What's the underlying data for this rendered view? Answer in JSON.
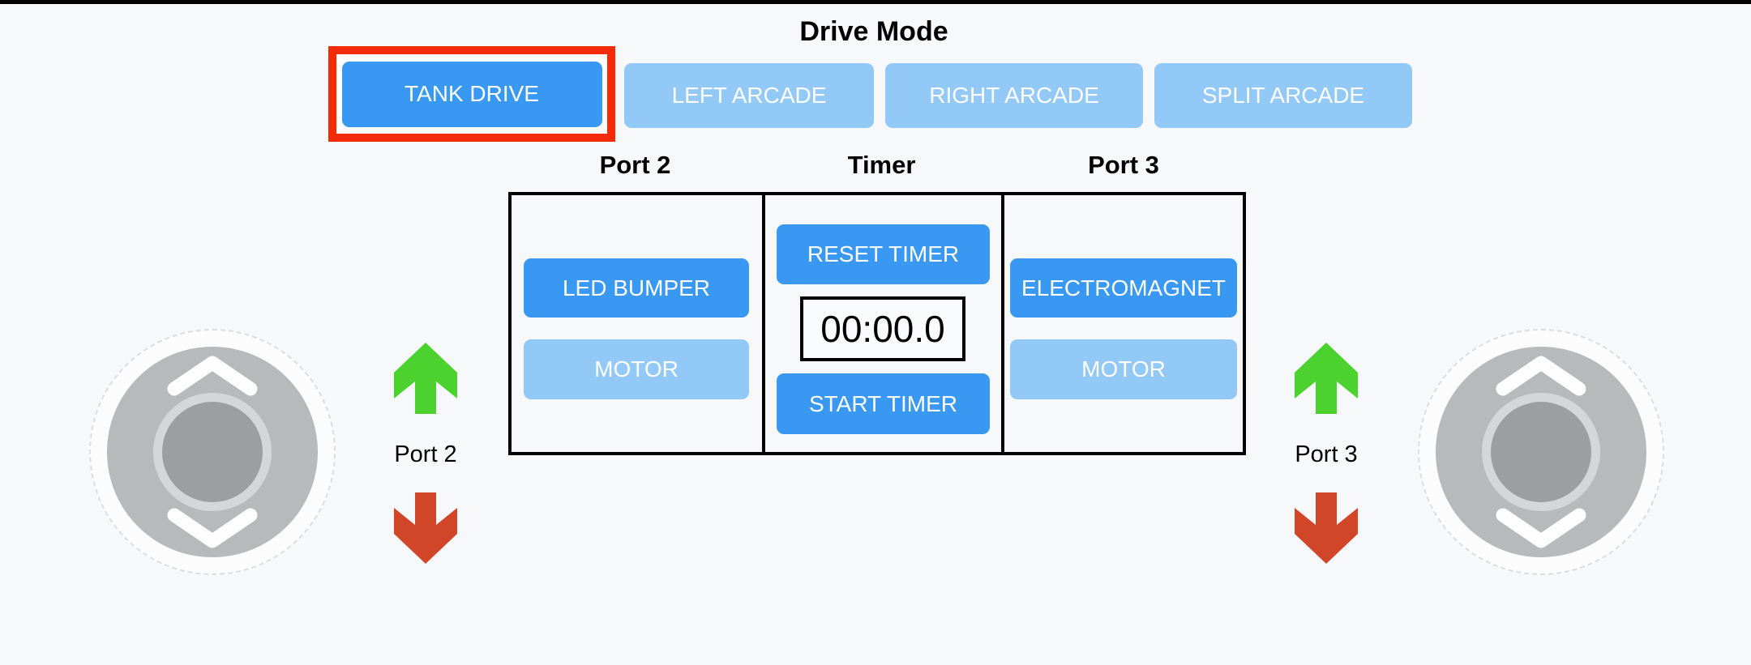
{
  "colors": {
    "background": "#f7f8fa",
    "active_button_blue": "#3898f2",
    "inactive_button_blue": "#93c9f7",
    "selection_outline_red": "#f52b07",
    "up_arrow_green": "#4bd22e",
    "down_arrow_red": "#d14628"
  },
  "drive_mode": {
    "title": "Drive Mode",
    "tank_label": "TANK DRIVE",
    "left_arcade_label": "LEFT ARCADE",
    "right_arcade_label": "RIGHT ARCADE",
    "split_arcade_label": "SPLIT ARCADE",
    "selected_mode": "TANK DRIVE"
  },
  "port2_panel": {
    "title": "Port 2",
    "led_bumper_label": "LED BUMPER",
    "motor_label": "MOTOR"
  },
  "timer_panel": {
    "title": "Timer",
    "reset_label": "RESET TIMER",
    "display_value": "00:00.0",
    "start_label": "START TIMER"
  },
  "port3_panel": {
    "title": "Port 3",
    "electromagnet_label": "ELECTROMAGNET",
    "motor_label": "MOTOR"
  },
  "left_axis": {
    "label": "Port 2"
  },
  "right_axis": {
    "label": "Port 3"
  }
}
